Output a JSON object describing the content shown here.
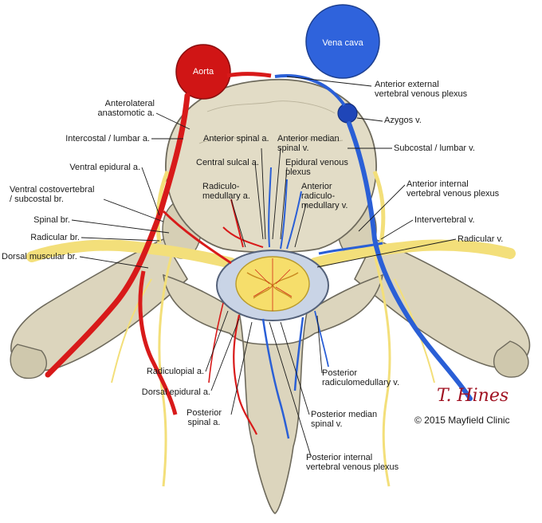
{
  "vessels": {
    "aorta": "Aorta",
    "vena_cava": "Vena cava"
  },
  "labels": {
    "anterior_external_plexus": [
      "Anterior external",
      "vertebral venous plexus"
    ],
    "anterolateral_anastomotic": [
      "Anterolateral",
      "anastomotic a."
    ],
    "azygos": "Azygos v.",
    "intercostal_lumbar": "Intercostal / lumbar a.",
    "anterior_spinal_a": "Anterior spinal a.",
    "anterior_median_spinal_v": [
      "Anterior median",
      "spinal v."
    ],
    "subcostal_lumbar_v": "Subcostal / lumbar v.",
    "central_sulcal": "Central sulcal a.",
    "epidural_venous_plexus": [
      "Epidural venous",
      "plexus"
    ],
    "ventral_epidural": "Ventral epidural a.",
    "anterior_internal_plexus": [
      "Anterior internal",
      "vertebral venous plexus"
    ],
    "radiculo_medullary_a": [
      "Radiculo-",
      "medullary a."
    ],
    "anterior_radiculo_medullary_v": [
      "Anterior",
      "radiculo-",
      "medullary v."
    ],
    "ventral_costovertebral": [
      "Ventral costovertebral",
      "/ subcostal br."
    ],
    "intervertebral_v": "Intervertebral v.",
    "spinal_br": "Spinal br.",
    "radicular_v": "Radicular v.",
    "radicular_br": "Radicular br.",
    "dorsal_muscular_br": "Dorsal muscular br.",
    "radiculopial": "Radiculopial a.",
    "posterior_radiculomedullary_v": [
      "Posterior",
      "radiculomedullary v."
    ],
    "dorsal_epidural": "Dorsal epidural a.",
    "posterior_spinal_a": [
      "Posterior",
      "spinal a."
    ],
    "posterior_median_spinal_v": [
      "Posterior median",
      "spinal v."
    ],
    "posterior_internal_plexus": [
      "Posterior internal",
      "vertebral venous plexus"
    ]
  },
  "signature": "T. Hines",
  "copyright": "© 2015 Mayfield Clinic",
  "colors": {
    "artery": "#d81a1a",
    "vein": "#2a5fd6",
    "nerve": "#f3df7a",
    "bone": "#dcd5bd",
    "bone_edge": "#6e6a5c",
    "cord": "#f6de6b"
  }
}
